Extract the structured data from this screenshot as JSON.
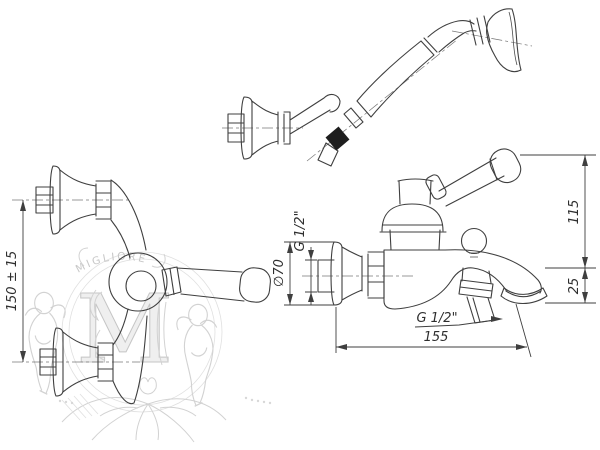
{
  "meta": {
    "description": "Technical line drawing of a wall-mounted bathtub mixer tap with hand shower, wall bracket and dimensioned projections",
    "background_color": "#ffffff",
    "line_color": "#3f3f3f",
    "dimension_text_color": "#2e2e2e",
    "watermark_color": "#d2d2d2",
    "rubber_part_color": "#1e1e1e"
  },
  "dimensions": {
    "inlet_spread": "150 ± 15",
    "height_top": "115",
    "spout_drop": "25",
    "reach": "155",
    "escutcheon_diameter": "∅70",
    "inlet_thread": "G 1/2\"",
    "hose_outlet_thread": "G 1/2\""
  },
  "watermark": {
    "brand": "MIGLIORE",
    "monogram": "M"
  }
}
